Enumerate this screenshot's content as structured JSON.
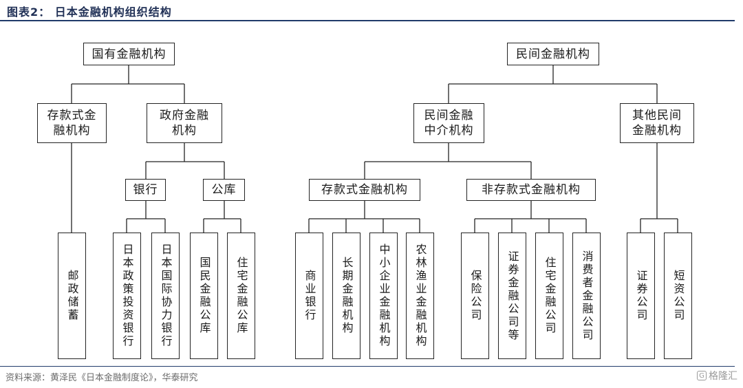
{
  "header": {
    "title": "图表2：  日本金融机构组织结构"
  },
  "footer": {
    "source": "资料来源：黄泽民《日本金融制度论》，华泰研究",
    "watermark": "格隆汇"
  },
  "diagram": {
    "nodes": {
      "gov": "国有金融机构",
      "priv": "民间金融机构",
      "deposit_gov": "存款式金\n融机构",
      "gov_fin": "政府金融\n机构",
      "bank": "银行",
      "public_corp": "公库",
      "priv_inter": "民间金融\n中介机构",
      "other_priv": "其他民间\n金融机构",
      "deposit_priv": "存款式金融机构",
      "non_deposit": "非存款式金融机构",
      "postal": "邮政储蓄",
      "jdb": "日本政策投资银行",
      "jbic": "日本国际协力银行",
      "nlfc": "国民金融公库",
      "housing_corp": "住宅金融公库",
      "commercial_bank": "商业银行",
      "long_term": "长期金融机构",
      "sme": "中小企业金融机构",
      "agri": "农林渔业金融机构",
      "insurance": "保险公司",
      "securities_fin": "证券金融公司等",
      "housing_fin": "住宅金融公司",
      "consumer_fin": "消费者金融公司",
      "securities": "证券公司",
      "short_term": "短资公司"
    }
  }
}
